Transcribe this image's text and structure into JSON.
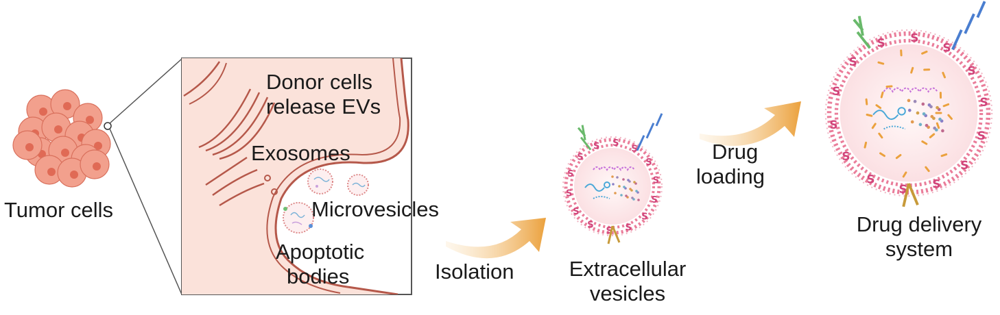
{
  "labels": {
    "tumor_cells": "Tumor cells",
    "donor_line1": "Donor cells",
    "donor_line2": "release EVs",
    "exosomes": "Exosomes",
    "microvesicles": "Microvesicles",
    "apoptotic_line1": "Apoptotic",
    "apoptotic_line2": "bodies",
    "isolation": "Isolation",
    "ev_line1": "Extracellular",
    "ev_line2": "vesicles",
    "drug_line1": "Drug",
    "drug_line2": "loading",
    "dds_line1": "Drug delivery",
    "dds_line2": "system"
  },
  "colors": {
    "cell_fill": "#f2a08d",
    "cell_stroke": "#d9705c",
    "nucleus": "#e06a55",
    "zoom_bg": "#fbe3db",
    "membrane": "#b5584a",
    "vesicle_inner": "#fdeff0",
    "arrow": "#eba13d",
    "lipid_pink": "#ea7d9a"
  }
}
